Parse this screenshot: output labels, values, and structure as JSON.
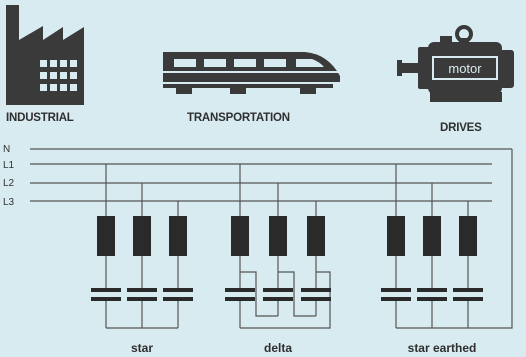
{
  "categories": {
    "industrial": "INDUSTRIAL",
    "transportation": "TRANSPORTATION",
    "drives": "DRIVES",
    "motor_text": "motor"
  },
  "bus_lines": [
    "N",
    "L1",
    "L2",
    "L3"
  ],
  "configurations": {
    "star": "star",
    "delta": "delta",
    "star_earthed": "star earthed"
  },
  "colors": {
    "background": "#d8ebf1",
    "ink": "#2f2f2f",
    "wire": "#555555"
  },
  "icons": [
    "factory-icon",
    "train-icon",
    "motor-icon"
  ]
}
